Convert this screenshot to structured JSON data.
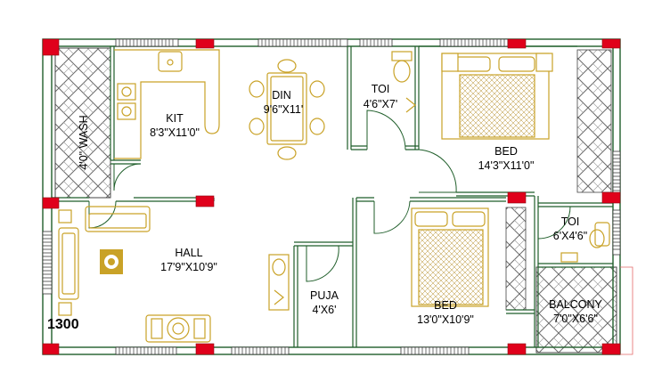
{
  "plan_id": "1300",
  "colors": {
    "wall": "#1f5e2a",
    "column": "#e0001b",
    "furniture": "#c9a227",
    "hatch": "#555555",
    "background": "#ffffff"
  },
  "rooms": {
    "wash": {
      "name": "4'0\" WASH"
    },
    "kit": {
      "name": "KIT",
      "size": "8'3\"X11'0\""
    },
    "din": {
      "name": "DIN",
      "size": "9'6\"X11'"
    },
    "toi1": {
      "name": "TOI",
      "size": "4'6\"X7'"
    },
    "bed1": {
      "name": "BED",
      "size": "14'3\"X11'0\""
    },
    "hall": {
      "name": "HALL",
      "size": "17'9\"X10'9\""
    },
    "puja": {
      "name": "PUJA",
      "size": "4'X6'"
    },
    "bed2": {
      "name": "BED",
      "size": "13'0\"X10'9\""
    },
    "toi2": {
      "name": "TOI",
      "size": "6'X4'6\""
    },
    "balcony": {
      "name": "BALCONY",
      "size": "7'0\"X6'6\""
    }
  }
}
